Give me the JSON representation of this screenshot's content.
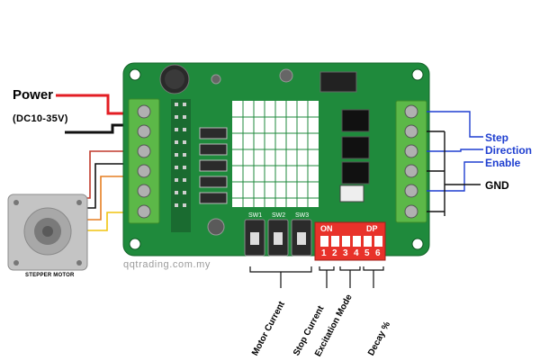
{
  "power": {
    "label": "Power",
    "spec": "(DC10-35V)"
  },
  "motor": {
    "label": "STEPPER MOTOR"
  },
  "website": "qqtrading.com.my",
  "control_signals": {
    "step": "Step",
    "direction": "Direction",
    "enable": "Enable",
    "gnd": "GND"
  },
  "settings": {
    "motor_current": "Motor Current",
    "stop_current": "Stop Current",
    "excitation_mode": "Excitation Mode",
    "decay": "Decay %"
  },
  "switches": {
    "sw1": "SW1",
    "sw2": "SW2",
    "sw3": "SW3"
  },
  "dip": {
    "on": "ON",
    "dp": "DP",
    "numbers": [
      "1",
      "2",
      "3",
      "4",
      "5",
      "6"
    ]
  },
  "colors": {
    "pcb": "#1f8a3c",
    "dip": "#e8322a",
    "signal": "#1f3fd0",
    "power_pos": "#e31e24"
  }
}
